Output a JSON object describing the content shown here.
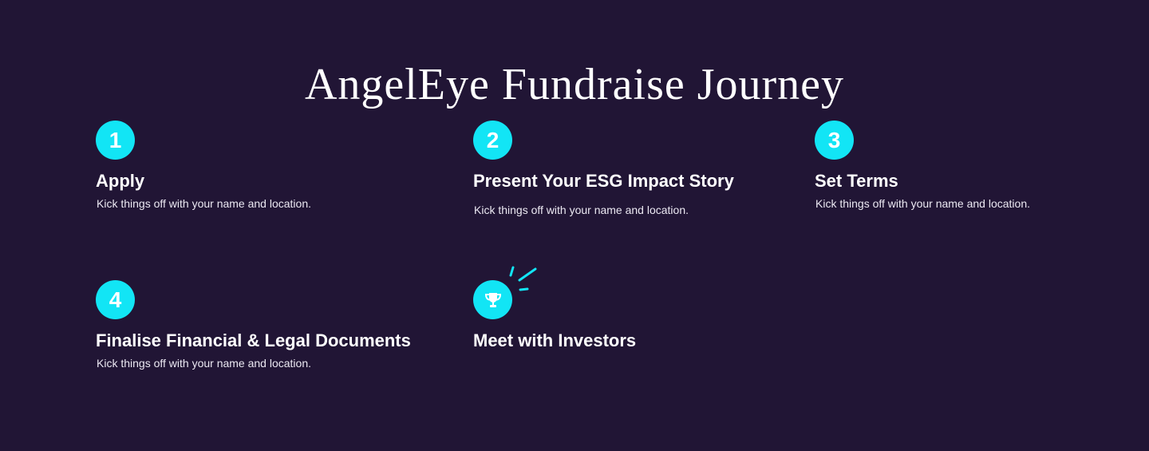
{
  "page": {
    "title": "AngelEye Fundraise Journey"
  },
  "colors": {
    "background": "#211535",
    "accent": "#12e5f5",
    "text": "#ffffff"
  },
  "steps": [
    {
      "number": "1",
      "title": "Apply",
      "description": "Kick things off with your name and location."
    },
    {
      "number": "2",
      "title": "Present Your ESG Impact Story",
      "description": "Kick things off with your name and location."
    },
    {
      "number": "3",
      "title": "Set Terms",
      "description": "Kick things off with your name and location."
    },
    {
      "number": "4",
      "title": "Finalise Financial & Legal Documents",
      "description": "Kick things off with your name and location."
    },
    {
      "icon": "trophy-icon",
      "title": "Meet with Investors"
    }
  ]
}
